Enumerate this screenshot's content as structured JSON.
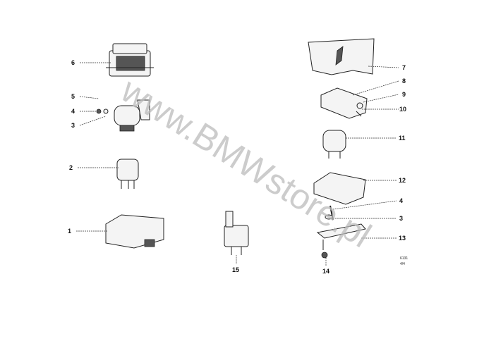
{
  "watermark": "www.BMWstore.pl",
  "diagram_code": "6131",
  "sheet": "4/4",
  "callouts": {
    "c6": "6",
    "c5": "5",
    "c4a": "4",
    "c3a": "3",
    "c2": "2",
    "c1": "1",
    "c15": "15",
    "c7": "7",
    "c8": "8",
    "c9": "9",
    "c10": "10",
    "c11": "11",
    "c12": "12",
    "c4b": "4",
    "c3b": "3",
    "c13": "13",
    "c14": "14"
  }
}
